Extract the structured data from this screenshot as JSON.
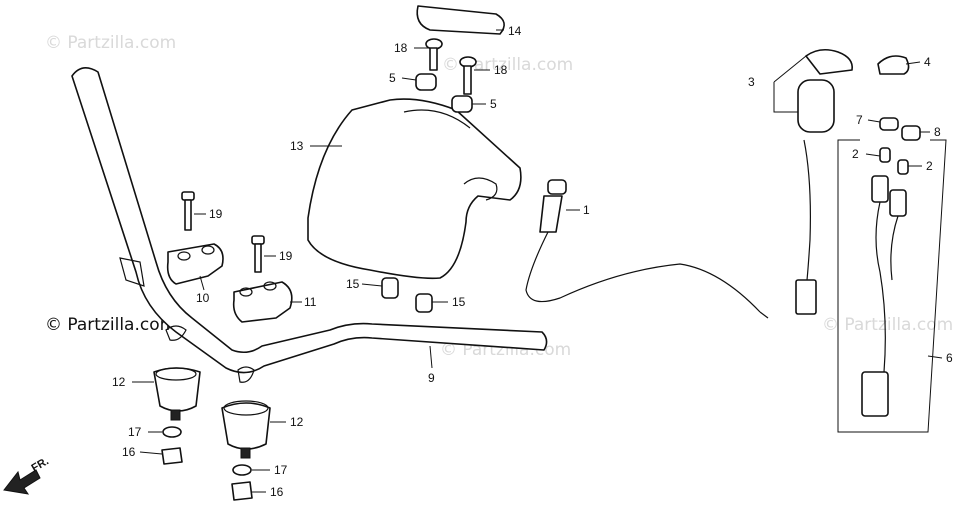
{
  "watermark": "© Partzilla.com",
  "direction_label": "FR.",
  "callouts": [
    "1",
    "2",
    "2",
    "3",
    "4",
    "5",
    "5",
    "6",
    "7",
    "8",
    "9",
    "10",
    "11",
    "12",
    "12",
    "13",
    "14",
    "15",
    "15",
    "16",
    "16",
    "17",
    "17",
    "18",
    "18",
    "19",
    "19"
  ]
}
